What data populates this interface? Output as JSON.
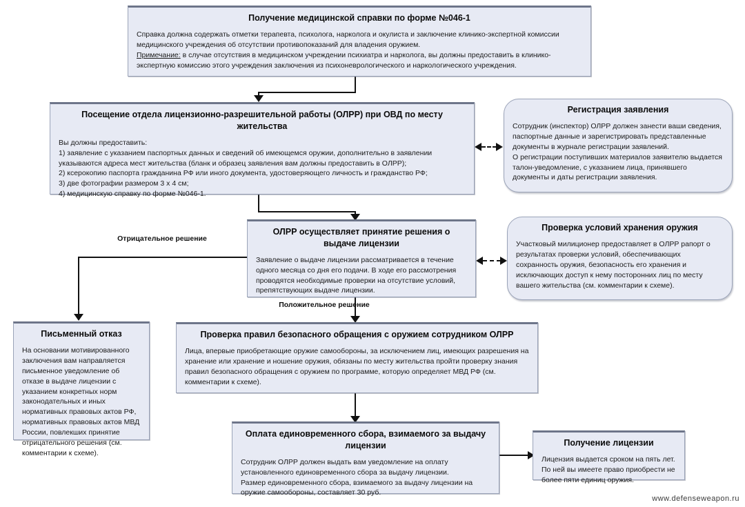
{
  "diagram": {
    "watermark": "www.defenseweapon.ru",
    "nodes": {
      "medical_certificate": {
        "title": "Получение медицинской справки по форме №046-1",
        "line1": "Справка должна содержать отметки терапевта, психолога, нарколога и окулиста и заключение клинико-экспертной комиссии медицинского учреждения об отсутствии противопоказаний для владения оружием.",
        "note_label": "Примечание:",
        "note_text": " в случае отсутствия в медицинском учреждении психиатра и нарколога, вы должны предоставить в клинико-экспертную комиссию этого учреждения заключения из психоневрологического и наркологического учреждения."
      },
      "visit_olrr": {
        "title": "Посещение отдела лицензионно-разрешительной работы (ОЛРР) при ОВД по месту жительства",
        "lead": "Вы должны предоставить:",
        "item1": "1) заявление с указанием паспортных данных и сведений об имеющемся оружии, дополнительно в заявлении указываются адреса мест жительства (бланк и образец заявления вам должны предоставить в ОЛРР);",
        "item2": "2) ксерокопию паспорта гражданина РФ или иного документа, удостоверяющего личность и гражданство РФ;",
        "item3": "3) две фотографии размером 3 х 4 см;",
        "item4": "4) медицинскую справку по форме №046-1."
      },
      "registration": {
        "title": "Регистрация заявления",
        "text1": "Сотрудник (инспектор) ОЛРР должен занести ваши сведения, паспортные данные и зарегистрировать представленные документы в журнале регистрации заявлений.",
        "text2": "О регистрации поступивших материалов заявителю выдается талон-уведомление, с указанием лица, принявшего документы и даты регистрации заявления."
      },
      "decision": {
        "title": "ОЛРР осуществляет принятие решения о выдаче лицензии",
        "text": "Заявление о выдаче лицензии рассматривается в течение одного месяца со дня его подачи. В ходе его рассмотрения проводятся необходимые проверки на отсутствие условий, препятствующих выдаче лицензии."
      },
      "storage_check": {
        "title": "Проверка условий хранения оружия",
        "text": "Участковый милиционер предоставляет в ОЛРР рапорт о результатах проверки условий, обеспечивающих  сохранность оружия, безопасность его хранения и исключающих доступ к нему посторонних лиц по месту вашего жительства (см. комментарии к схеме)."
      },
      "written_refusal": {
        "title": "Письменный отказ",
        "text": "На основании мотивированного заключения вам направляется письменное уведомление об отказе в выдаче лицензии с указанием конкретных норм законодательных и иных нормативных правовых актов РФ, нормативных правовых актов МВД России, повлекших принятие отрицательного решения (см. комментарии к схеме)."
      },
      "safety_rules_check": {
        "title": "Проверка правил безопасного обращения с оружием сотрудником ОЛРР",
        "text": "Лица, впервые приобретающие оружие самообороны, за исключением лиц, имеющих разрешения на хранение или хранение и ношение оружия, обязаны по месту жительства пройти проверку знания правил безопасного обращения с оружием по программе, которую определяет МВД РФ (см. комментарии к схеме)."
      },
      "fee_payment": {
        "title": "Оплата единовременного сбора, взимаемого за выдачу лицензии",
        "text1": "Сотрудник ОЛРР должен выдать вам уведомление на оплату установленного единовременного сбора за выдачу лицензии.",
        "text2": "Размер единовременного сбора, взимаемого за выдачу лицензии на оружие самообороны, составляет 30 руб."
      },
      "license_receipt": {
        "title": "Получение лицензии",
        "text": "Лицензия выдается сроком на пять лет. По ней вы имеете право приобрести не более пяти единиц оружия."
      }
    },
    "edge_labels": {
      "negative": "Отрицательное решение",
      "positive": "Положительное решение"
    }
  }
}
